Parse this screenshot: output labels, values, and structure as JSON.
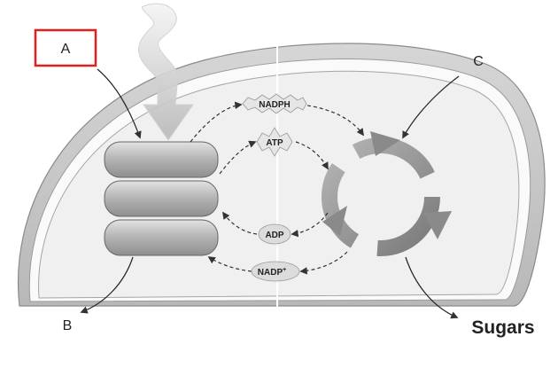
{
  "diagram": {
    "labels": {
      "a": "A",
      "b": "B",
      "c": "C",
      "sugars": "Sugars"
    },
    "molecules": {
      "nadph": "NADPH",
      "atp": "ATP",
      "adp": "ADP",
      "nadp": "NADP",
      "nadp_sup": "+"
    },
    "colors": {
      "highlight_box": "#e02020",
      "envelope": "#c9c9c9",
      "stroma": "#f0f0f0",
      "thylakoid": "#b5b5b5",
      "cycle": "#9a9a9a"
    }
  }
}
